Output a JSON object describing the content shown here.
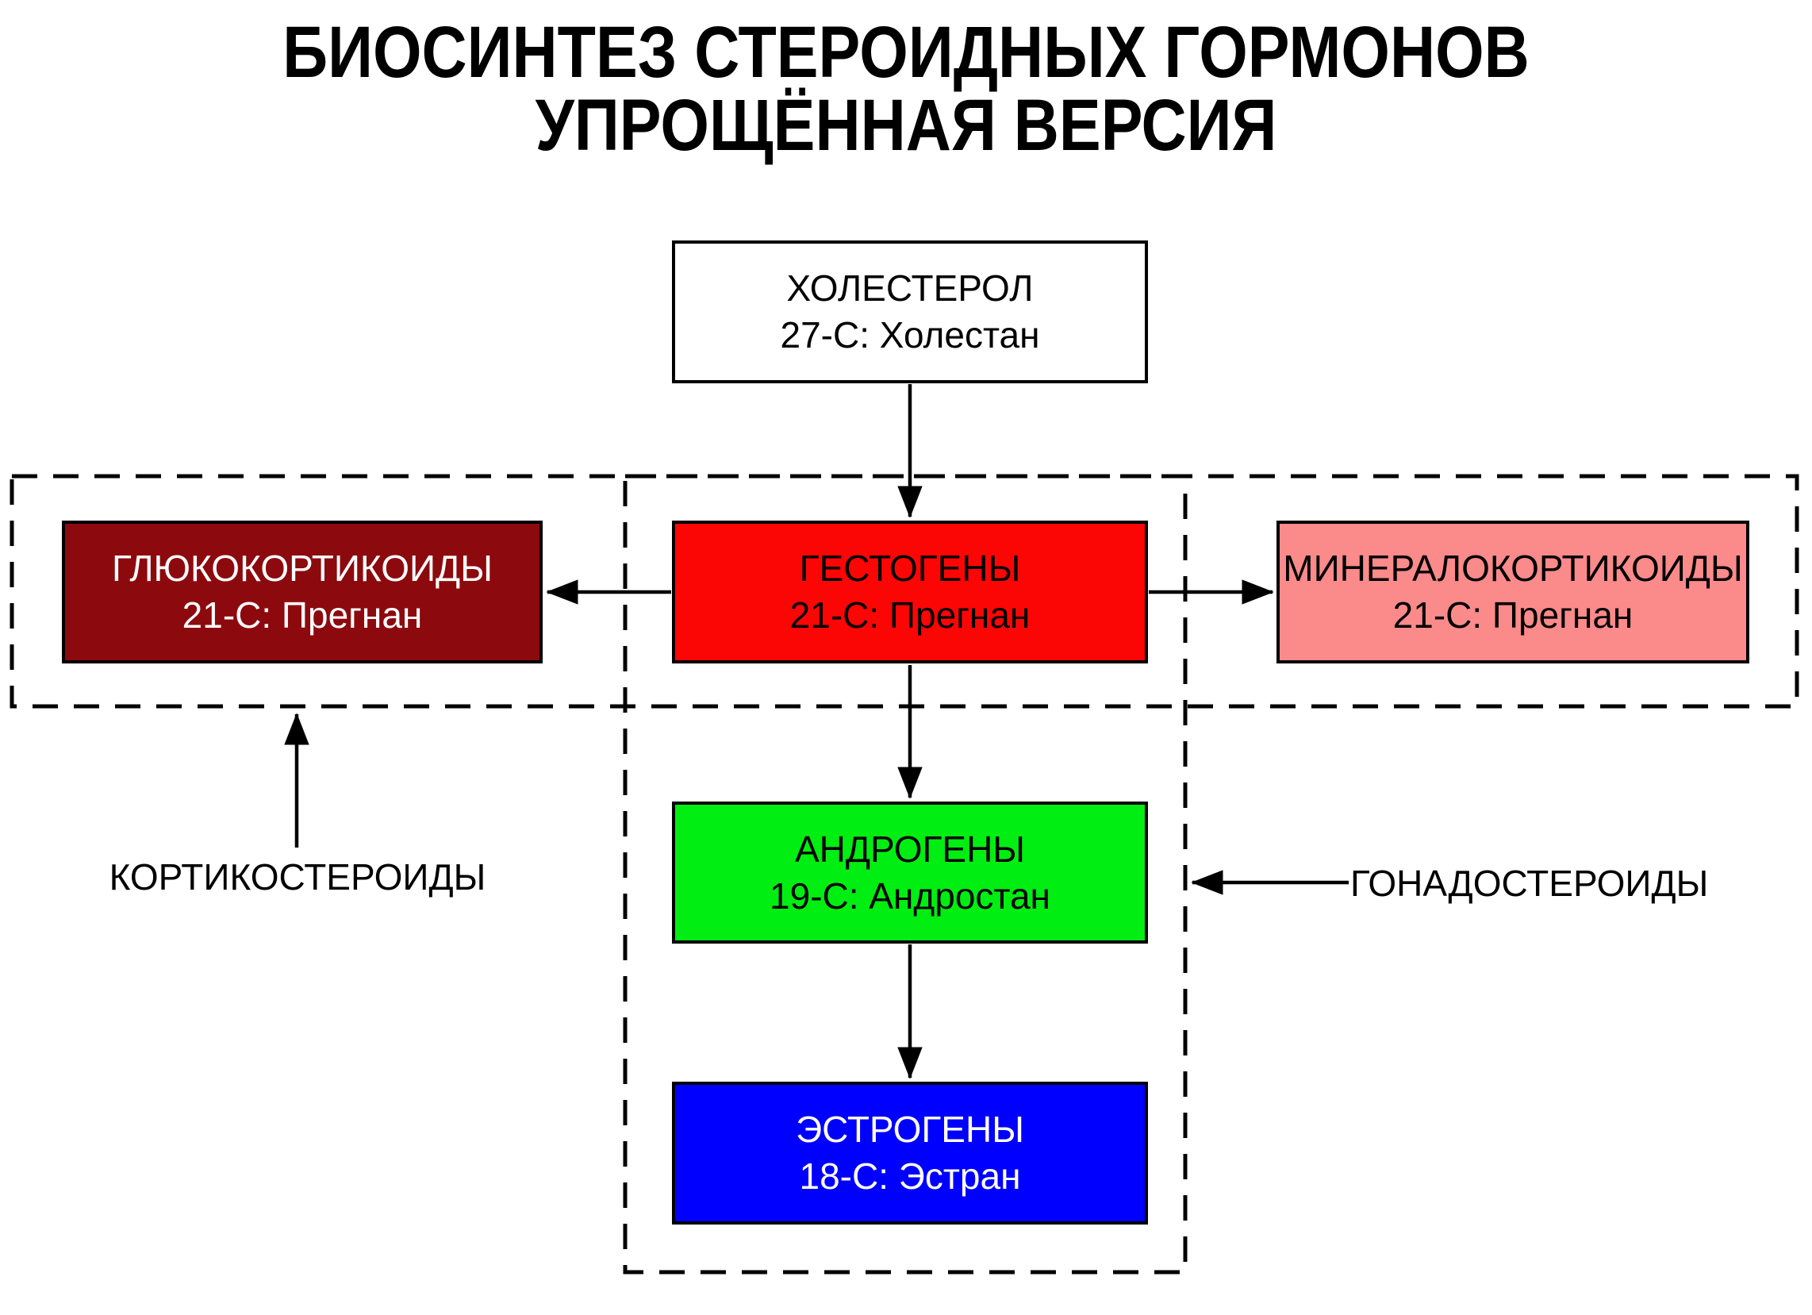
{
  "title": {
    "line1": "БИОСИНТЕЗ СТЕРОИДНЫХ ГОРМОНОВ",
    "line2": "УПРОЩЁННАЯ ВЕРСИЯ"
  },
  "nodes": {
    "cholesterol": {
      "name": "ХОЛЕСТЕРОЛ",
      "formula": "27-C: Холестан",
      "bg": "#FFFFFF",
      "fg": "#000000"
    },
    "gestogens": {
      "name": "ГЕСТОГЕНЫ",
      "formula": "21-C: Прегнан",
      "bg": "#FB0505",
      "fg": "#000000"
    },
    "glucocorticoids": {
      "name": "ГЛЮКОКОРТИКОИДЫ",
      "formula": "21-C: Прегнан",
      "bg": "#8C0A0E",
      "fg": "#FFFFFF"
    },
    "mineralocorticoids": {
      "name": "МИНЕРАЛОКОРТИКОИДЫ",
      "formula": "21-C: Прегнан",
      "bg": "#FB8A8A",
      "fg": "#000000"
    },
    "androgens": {
      "name": "АНДРОГЕНЫ",
      "formula": "19-C: Андростан",
      "bg": "#00EE11",
      "fg": "#000000"
    },
    "estrogens": {
      "name": "ЭСТРОГЕНЫ",
      "formula": "18-C: Эстран",
      "bg": "#0000FE",
      "fg": "#FFFFFF"
    }
  },
  "group_labels": {
    "corticosteroids": "КОРТИКОСТЕРОИДЫ",
    "gonadosteroids": "ГОНАДОСТЕРОИДЫ"
  },
  "edges": [
    {
      "from": "cholesterol",
      "to": "gestogens"
    },
    {
      "from": "gestogens",
      "to": "glucocorticoids"
    },
    {
      "from": "gestogens",
      "to": "mineralocorticoids"
    },
    {
      "from": "gestogens",
      "to": "androgens"
    },
    {
      "from": "androgens",
      "to": "estrogens"
    },
    {
      "from": "corticosteroids-label",
      "to": "corticosteroids-group"
    },
    {
      "from": "gonadosteroids-label",
      "to": "gonadosteroids-group"
    }
  ],
  "colors": {
    "line": "#000000",
    "background": "#FFFFFF"
  }
}
